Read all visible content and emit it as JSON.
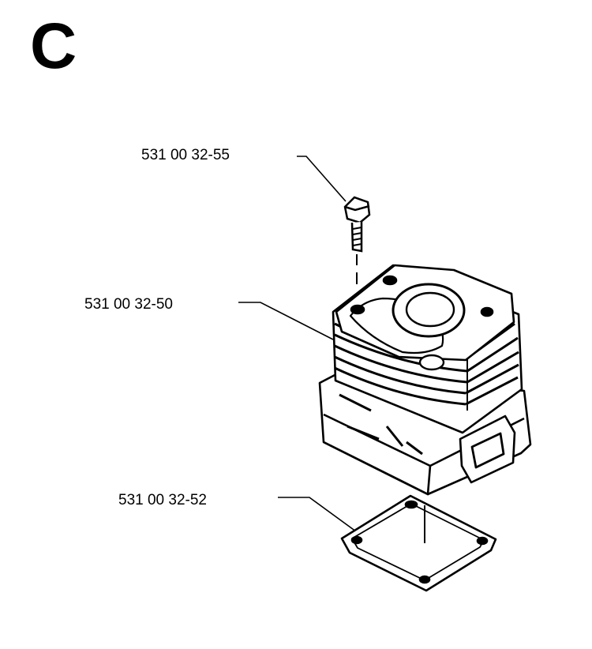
{
  "section": {
    "letter": "C"
  },
  "parts": [
    {
      "id": "screw",
      "part_number": "531 00 32-55",
      "icon": "screw-icon"
    },
    {
      "id": "cylinder",
      "part_number": "531 00 32-50",
      "icon": "cylinder-icon"
    },
    {
      "id": "gasket",
      "part_number": "531 00 32-52",
      "icon": "gasket-icon"
    }
  ],
  "colors": {
    "line": "#000000",
    "background": "#ffffff"
  }
}
